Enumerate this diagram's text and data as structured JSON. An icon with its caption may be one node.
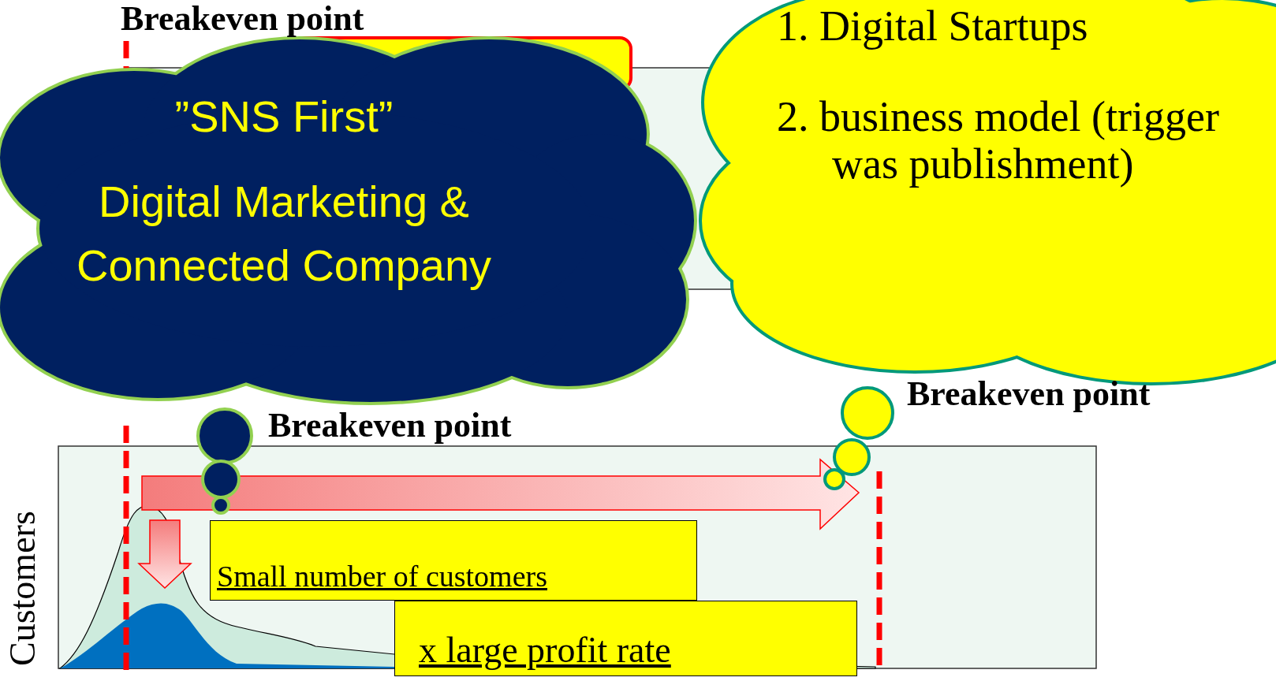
{
  "diagram": {
    "nodes": [
      {
        "text": [
          "”SNS First”",
          "Digital Marketing & Connected Company"
        ]
      },
      {
        "text": [
          "1. Digital Startups",
          "2. business model (trigger was publishment)"
        ]
      },
      {
        "text": [
          "Small number of customers"
        ]
      },
      {
        "text": [
          "x large profit rate"
        ]
      }
    ],
    "labels": [
      "Breakeven point",
      "Breakeven point",
      "Breakeven point",
      "Customers"
    ]
  }
}
